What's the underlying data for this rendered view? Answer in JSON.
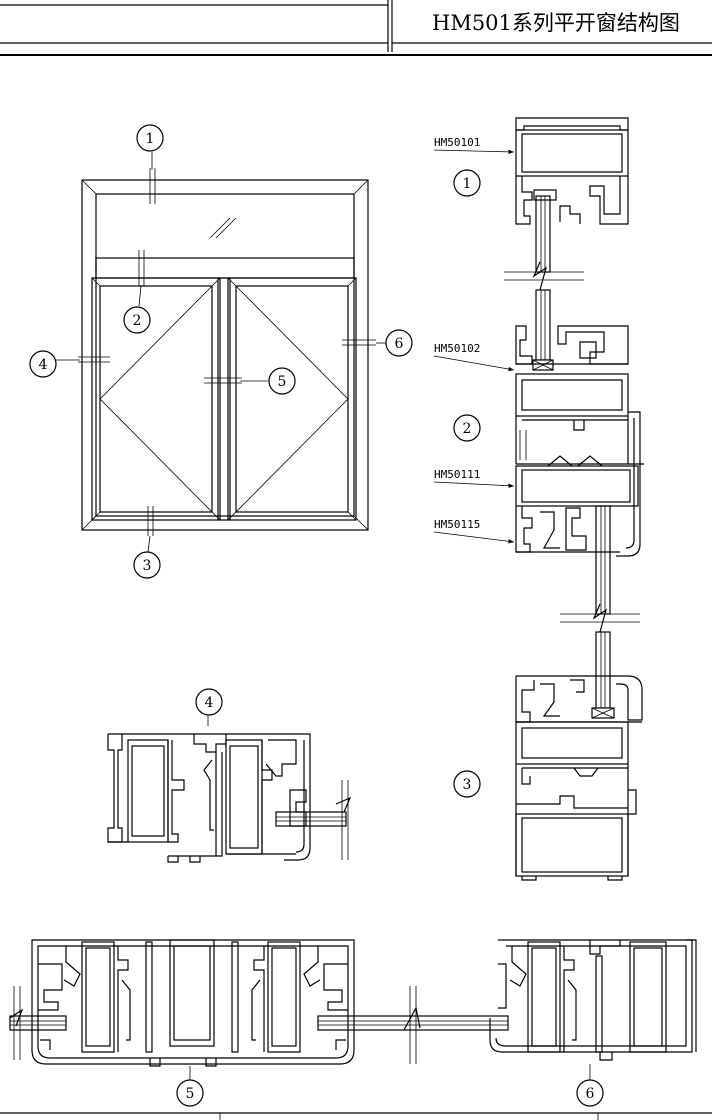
{
  "title_block": {
    "title": "HM501系列平开窗结构图"
  },
  "callouts": {
    "c1": "1",
    "c2": "2",
    "c3": "3",
    "c4": "4",
    "c5": "5",
    "c6": "6"
  },
  "part_labels": {
    "p1": "HM50101",
    "p2": "HM50102",
    "p3": "HM50111",
    "p4": "HM50115"
  }
}
